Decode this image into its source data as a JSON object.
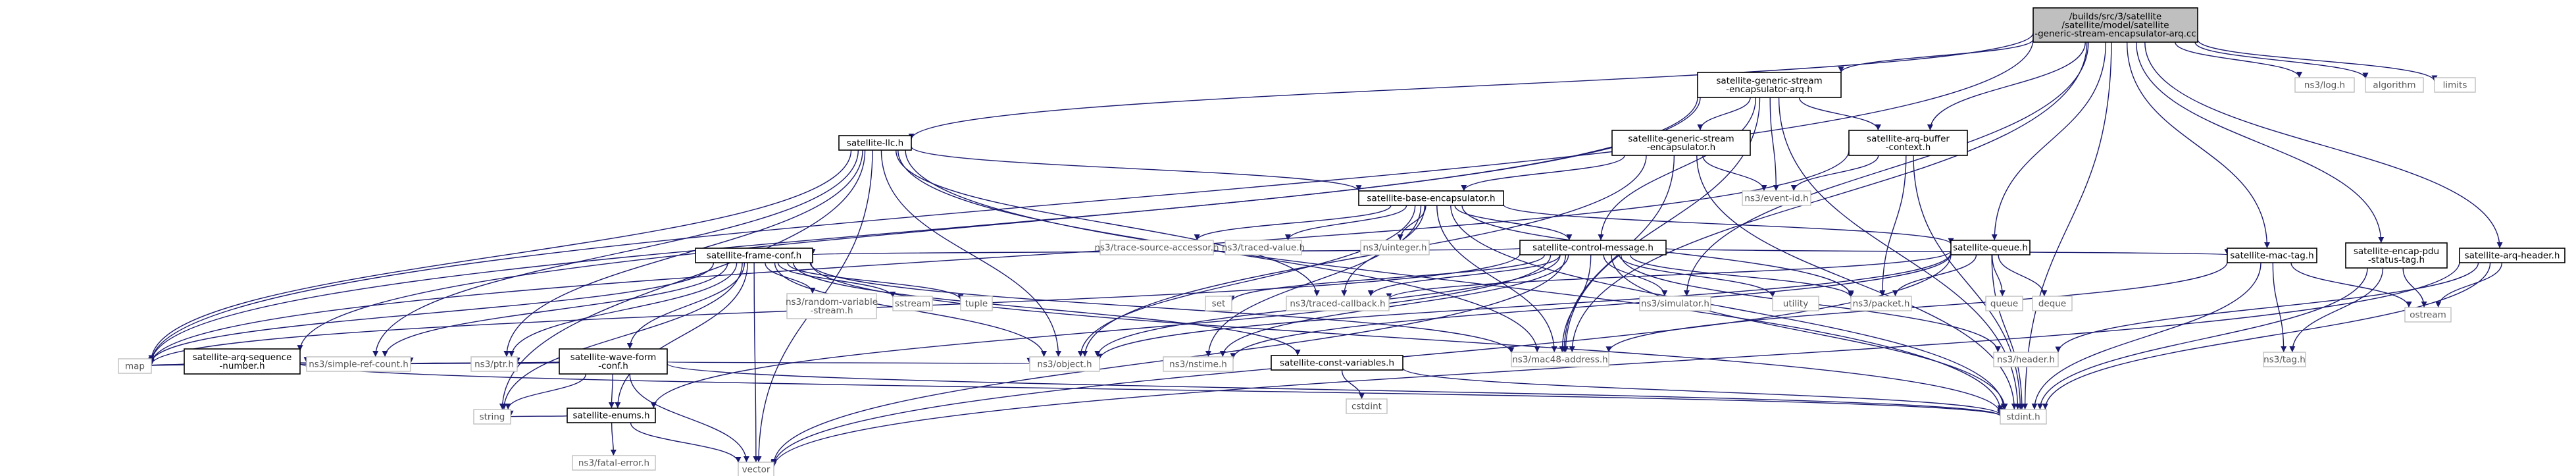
{
  "graph": {
    "nodes": [
      {
        "id": "root",
        "style": "root",
        "lines": [
          "/builds/src/3/satellite",
          "/satellite/model/satellite",
          "-generic-stream-encapsulator-arq.cc"
        ]
      },
      {
        "id": "gsea_h",
        "style": "node",
        "lines": [
          "satellite-generic-stream",
          "-encapsulator-arq.h"
        ]
      },
      {
        "id": "llc_h",
        "style": "node",
        "lines": [
          "satellite-llc.h"
        ]
      },
      {
        "id": "gse_h",
        "style": "node",
        "lines": [
          "satellite-generic-stream",
          "-encapsulator.h"
        ]
      },
      {
        "id": "arqbuf_h",
        "style": "node",
        "lines": [
          "satellite-arq-buffer",
          "-context.h"
        ]
      },
      {
        "id": "base_h",
        "style": "node",
        "lines": [
          "satellite-base-encapsulator.h"
        ]
      },
      {
        "id": "ctrl_h",
        "style": "node",
        "lines": [
          "satellite-control-message.h"
        ]
      },
      {
        "id": "queue_h",
        "style": "node",
        "lines": [
          "satellite-queue.h"
        ]
      },
      {
        "id": "frame_h",
        "style": "node",
        "lines": [
          "satellite-frame-conf.h"
        ]
      },
      {
        "id": "mactag_h",
        "style": "node",
        "lines": [
          "satellite-mac-tag.h"
        ]
      },
      {
        "id": "encpdu_h",
        "style": "node",
        "lines": [
          "satellite-encap-pdu",
          "-status-tag.h"
        ]
      },
      {
        "id": "arqhdr_h",
        "style": "node",
        "lines": [
          "satellite-arq-header.h"
        ]
      },
      {
        "id": "arqseq_h",
        "style": "node",
        "lines": [
          "satellite-arq-sequence",
          "-number.h"
        ]
      },
      {
        "id": "wave_h",
        "style": "node",
        "lines": [
          "satellite-wave-form",
          "-conf.h"
        ]
      },
      {
        "id": "const_h",
        "style": "node",
        "lines": [
          "satellite-const-variables.h"
        ]
      },
      {
        "id": "enums_h",
        "style": "node",
        "lines": [
          "satellite-enums.h"
        ]
      },
      {
        "id": "log",
        "style": "ext",
        "lines": [
          "ns3/log.h"
        ]
      },
      {
        "id": "algorithm",
        "style": "ext",
        "lines": [
          "algorithm"
        ]
      },
      {
        "id": "limits",
        "style": "ext",
        "lines": [
          "limits"
        ]
      },
      {
        "id": "eventid",
        "style": "ext",
        "lines": [
          "ns3/event-id.h"
        ]
      },
      {
        "id": "tsa",
        "style": "ext",
        "lines": [
          "ns3/trace-source-accessor.h"
        ]
      },
      {
        "id": "tv",
        "style": "ext",
        "lines": [
          "ns3/traced-value.h"
        ]
      },
      {
        "id": "uinteger",
        "style": "ext",
        "lines": [
          "ns3/uinteger.h"
        ]
      },
      {
        "id": "set",
        "style": "ext",
        "lines": [
          "set"
        ]
      },
      {
        "id": "tcb",
        "style": "ext",
        "lines": [
          "ns3/traced-callback.h"
        ]
      },
      {
        "id": "sim",
        "style": "ext",
        "lines": [
          "ns3/simulator.h"
        ]
      },
      {
        "id": "utility",
        "style": "ext",
        "lines": [
          "utility"
        ]
      },
      {
        "id": "packet",
        "style": "ext",
        "lines": [
          "ns3/packet.h"
        ]
      },
      {
        "id": "queue",
        "style": "ext",
        "lines": [
          "queue"
        ]
      },
      {
        "id": "deque",
        "style": "ext",
        "lines": [
          "deque"
        ]
      },
      {
        "id": "ostream",
        "style": "ext",
        "lines": [
          "ostream"
        ]
      },
      {
        "id": "mac48",
        "style": "ext",
        "lines": [
          "ns3/mac48-address.h"
        ]
      },
      {
        "id": "header",
        "style": "ext",
        "lines": [
          "ns3/header.h"
        ]
      },
      {
        "id": "tag",
        "style": "ext",
        "lines": [
          "ns3/tag.h"
        ]
      },
      {
        "id": "stdint",
        "style": "ext",
        "lines": [
          "stdint.h"
        ]
      },
      {
        "id": "map",
        "style": "ext",
        "lines": [
          "map"
        ]
      },
      {
        "id": "src",
        "style": "ext",
        "lines": [
          "ns3/simple-ref-count.h"
        ]
      },
      {
        "id": "ptr",
        "style": "ext",
        "lines": [
          "ns3/ptr.h"
        ]
      },
      {
        "id": "object",
        "style": "ext",
        "lines": [
          "ns3/object.h"
        ]
      },
      {
        "id": "nstime",
        "style": "ext",
        "lines": [
          "ns3/nstime.h"
        ]
      },
      {
        "id": "rvs",
        "style": "ext",
        "lines": [
          "ns3/random-variable",
          "-stream.h"
        ]
      },
      {
        "id": "sstream",
        "style": "ext",
        "lines": [
          "sstream"
        ]
      },
      {
        "id": "tuple",
        "style": "ext",
        "lines": [
          "tuple"
        ]
      },
      {
        "id": "cstdint",
        "style": "ext",
        "lines": [
          "cstdint"
        ]
      },
      {
        "id": "fatal",
        "style": "ext",
        "lines": [
          "ns3/fatal-error.h"
        ]
      },
      {
        "id": "string",
        "style": "ext",
        "lines": [
          "string"
        ]
      },
      {
        "id": "vector",
        "style": "ext",
        "lines": [
          "vector"
        ]
      }
    ],
    "edges": [
      [
        "root",
        "gsea_h"
      ],
      [
        "root",
        "llc_h"
      ],
      [
        "root",
        "arqbuf_h"
      ],
      [
        "root",
        "queue_h"
      ],
      [
        "root",
        "mactag_h"
      ],
      [
        "root",
        "encpdu_h"
      ],
      [
        "root",
        "arqhdr_h"
      ],
      [
        "root",
        "log"
      ],
      [
        "root",
        "algorithm"
      ],
      [
        "root",
        "limits"
      ],
      [
        "root",
        "map"
      ],
      [
        "root",
        "sim"
      ],
      [
        "root",
        "mac48"
      ],
      [
        "root",
        "stdint"
      ],
      [
        "gsea_h",
        "gse_h"
      ],
      [
        "gsea_h",
        "arqbuf_h"
      ],
      [
        "gsea_h",
        "arqseq_h"
      ],
      [
        "gsea_h",
        "ctrl_h"
      ],
      [
        "gsea_h",
        "eventid"
      ],
      [
        "gsea_h",
        "mac48"
      ],
      [
        "gsea_h",
        "map"
      ],
      [
        "gsea_h",
        "stdint"
      ],
      [
        "llc_h",
        "base_h"
      ],
      [
        "llc_h",
        "map"
      ],
      [
        "llc_h",
        "string"
      ],
      [
        "llc_h",
        "src"
      ],
      [
        "llc_h",
        "ptr"
      ],
      [
        "llc_h",
        "object"
      ],
      [
        "llc_h",
        "vector"
      ],
      [
        "llc_h",
        "tcb"
      ],
      [
        "llc_h",
        "mac48"
      ],
      [
        "llc_h",
        "stdint"
      ],
      [
        "gse_h",
        "base_h"
      ],
      [
        "gse_h",
        "eventid"
      ],
      [
        "gse_h",
        "mac48"
      ],
      [
        "gse_h",
        "object"
      ],
      [
        "gse_h",
        "stdint"
      ],
      [
        "arqbuf_h",
        "eventid"
      ],
      [
        "arqbuf_h",
        "packet"
      ],
      [
        "arqbuf_h",
        "map"
      ],
      [
        "arqbuf_h",
        "stdint"
      ],
      [
        "base_h",
        "queue_h"
      ],
      [
        "base_h",
        "ctrl_h"
      ],
      [
        "base_h",
        "tsa"
      ],
      [
        "base_h",
        "tv"
      ],
      [
        "base_h",
        "uinteger"
      ],
      [
        "base_h",
        "tcb"
      ],
      [
        "base_h",
        "packet"
      ],
      [
        "base_h",
        "object"
      ],
      [
        "base_h",
        "nstime"
      ],
      [
        "base_h",
        "mac48"
      ],
      [
        "base_h",
        "stdint"
      ],
      [
        "ctrl_h",
        "frame_h"
      ],
      [
        "ctrl_h",
        "mactag_h"
      ],
      [
        "ctrl_h",
        "set"
      ],
      [
        "ctrl_h",
        "tcb"
      ],
      [
        "ctrl_h",
        "sim"
      ],
      [
        "ctrl_h",
        "utility"
      ],
      [
        "ctrl_h",
        "packet"
      ],
      [
        "ctrl_h",
        "header"
      ],
      [
        "ctrl_h",
        "map"
      ],
      [
        "ctrl_h",
        "mac48"
      ],
      [
        "ctrl_h",
        "object"
      ],
      [
        "ctrl_h",
        "nstime"
      ],
      [
        "ctrl_h",
        "stdint"
      ],
      [
        "ctrl_h",
        "vector"
      ],
      [
        "ctrl_h",
        "enums_h"
      ],
      [
        "queue_h",
        "queue"
      ],
      [
        "queue_h",
        "deque"
      ],
      [
        "queue_h",
        "packet"
      ],
      [
        "queue_h",
        "object"
      ],
      [
        "queue_h",
        "tcb"
      ],
      [
        "queue_h",
        "nstime"
      ],
      [
        "queue_h",
        "stdint"
      ],
      [
        "queue_h",
        "vector"
      ],
      [
        "frame_h",
        "wave_h"
      ],
      [
        "frame_h",
        "const_h"
      ],
      [
        "frame_h",
        "enums_h"
      ],
      [
        "frame_h",
        "rvs"
      ],
      [
        "frame_h",
        "sstream"
      ],
      [
        "frame_h",
        "tuple"
      ],
      [
        "frame_h",
        "map"
      ],
      [
        "frame_h",
        "src"
      ],
      [
        "frame_h",
        "ptr"
      ],
      [
        "frame_h",
        "object"
      ],
      [
        "frame_h",
        "vector"
      ],
      [
        "frame_h",
        "string"
      ],
      [
        "frame_h",
        "mac48"
      ],
      [
        "frame_h",
        "stdint"
      ],
      [
        "mactag_h",
        "mac48"
      ],
      [
        "mactag_h",
        "tag"
      ],
      [
        "mactag_h",
        "ostream"
      ],
      [
        "mactag_h",
        "stdint"
      ],
      [
        "encpdu_h",
        "tag"
      ],
      [
        "encpdu_h",
        "ostream"
      ],
      [
        "encpdu_h",
        "stdint"
      ],
      [
        "arqhdr_h",
        "header"
      ],
      [
        "arqhdr_h",
        "ostream"
      ],
      [
        "arqhdr_h",
        "stdint"
      ],
      [
        "arqhdr_h",
        "vector"
      ],
      [
        "arqseq_h",
        "map"
      ],
      [
        "arqseq_h",
        "src"
      ],
      [
        "arqseq_h",
        "stdint"
      ],
      [
        "wave_h",
        "enums_h"
      ],
      [
        "wave_h",
        "map"
      ],
      [
        "wave_h",
        "src"
      ],
      [
        "wave_h",
        "ptr"
      ],
      [
        "wave_h",
        "object"
      ],
      [
        "wave_h",
        "vector"
      ],
      [
        "wave_h",
        "string"
      ],
      [
        "wave_h",
        "stdint"
      ],
      [
        "const_h",
        "cstdint"
      ],
      [
        "const_h",
        "stdint"
      ],
      [
        "enums_h",
        "fatal"
      ],
      [
        "enums_h",
        "string"
      ],
      [
        "enums_h",
        "vector"
      ]
    ]
  }
}
